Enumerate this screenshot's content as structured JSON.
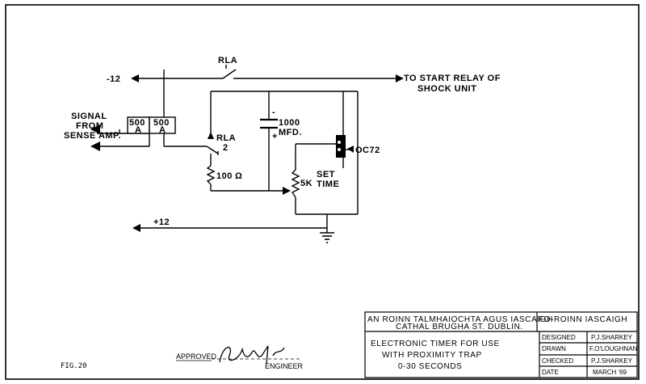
{
  "schematic": {
    "rla_top_label": "RLA",
    "rla2_label": "RLA",
    "rla2_number": "2",
    "neg_supply": "-12",
    "pos_supply": "+12",
    "to_start_relay_line1": "TO START RELAY OF",
    "to_start_relay_line2": "SHOCK UNIT",
    "signal_line1": "SIGNAL",
    "signal_line2": "FROM",
    "signal_line3": "SENSE AMP.",
    "coil1_value": "500",
    "coil1_sub": "A",
    "coil2_value": "500",
    "coil2_sub": "A",
    "cap_value": "1000",
    "cap_unit": "MFD.",
    "cap_minus": "-",
    "cap_plus": "+",
    "resistor_label": "100",
    "resistor_unit": "Ω",
    "transistor_label": "OC72",
    "pot_label": "5K",
    "set_time_line1": "SET",
    "set_time_line2": "TIME"
  },
  "footer": {
    "fig_label": "FIG.20",
    "approved_label": "APPROVED",
    "engineer_label": "ENGINEER"
  },
  "title_block": {
    "org_line1": "AN ROINN TALMHAIOCHTA AGUS IASCAIGH",
    "org_line2": "CATHAL BRUGHA ST. DUBLIN.",
    "division": "FO-ROINN IASCAIGH",
    "title_line1": "ELECTRONIC TIMER FOR USE",
    "title_line2": "WITH PROXIMITY TRAP",
    "title_line3": "0-30 SECONDS",
    "rows": [
      {
        "label": "DESIGNED",
        "value": "P.J.SHARKEY"
      },
      {
        "label": "DRAWN",
        "value": "F.O'LOUGHNAN"
      },
      {
        "label": "CHECKED",
        "value": "P.J.SHARKEY"
      },
      {
        "label": "DATE",
        "value": "MARCH '69"
      }
    ]
  }
}
